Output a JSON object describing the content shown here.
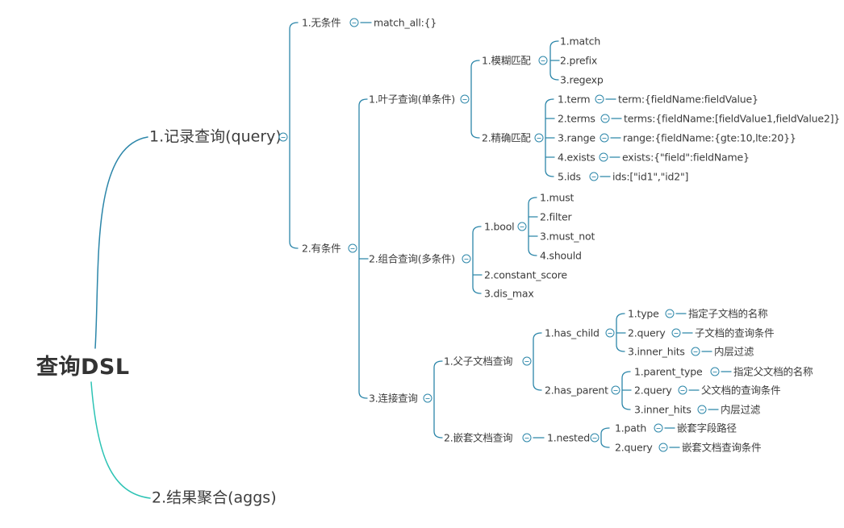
{
  "colors": {
    "branch_main": "#2C86A9",
    "branch_aggs": "#2CC3B4",
    "text": "#3B3B3B",
    "background": "#FFFFFF"
  },
  "mindmap": {
    "root": {
      "label": "查询DSL"
    },
    "record_query": {
      "label": "1.记录查询(query)",
      "no_condition": {
        "label": "1.无条件",
        "value": "match_all:{}"
      },
      "conditional": {
        "label": "2.有条件",
        "leaf_query": {
          "label": "1.叶子查询(单条件)",
          "fuzzy": {
            "label": "1.模糊匹配",
            "match": {
              "label": "1.match"
            },
            "prefix": {
              "label": "2.prefix"
            },
            "regexp": {
              "label": "3.regexp"
            }
          },
          "exact": {
            "label": "2.精确匹配",
            "term": {
              "label": "1.term",
              "value": "term:{fieldName:fieldValue}"
            },
            "terms": {
              "label": "2.terms",
              "value": "terms:{fieldName:[fieldValue1,fieldValue2]}"
            },
            "range": {
              "label": "3.range",
              "value": "range:{fieldName:{gte:10,lte:20}}"
            },
            "exists": {
              "label": "4.exists",
              "value": "exists:{\"field\":fieldName}"
            },
            "ids": {
              "label": "5.ids",
              "value": "ids:[\"id1\",\"id2\"]"
            }
          }
        },
        "compound_query": {
          "label": "2.组合查询(多条件)",
          "bool": {
            "label": "1.bool",
            "must": {
              "label": "1.must"
            },
            "filter": {
              "label": "2.filter"
            },
            "must_not": {
              "label": "3.must_not"
            },
            "should": {
              "label": "4.should"
            }
          },
          "constant_score": {
            "label": "2.constant_score"
          },
          "dis_max": {
            "label": "3.dis_max"
          }
        },
        "join_query": {
          "label": "3.连接查询",
          "parent_child": {
            "label": "1.父子文档查询",
            "has_child": {
              "label": "1.has_child",
              "type": {
                "label": "1.type",
                "value": "指定子文档的名称"
              },
              "query": {
                "label": "2.query",
                "value": "子文档的查询条件"
              },
              "inner_hits": {
                "label": "3.inner_hits",
                "value": "内层过滤"
              }
            },
            "has_parent": {
              "label": "2.has_parent",
              "parent_type": {
                "label": "1.parent_type",
                "value": "指定父文档的名称"
              },
              "query": {
                "label": "2.query",
                "value": "父文档的查询条件"
              },
              "inner_hits": {
                "label": "3.inner_hits",
                "value": "内层过滤"
              }
            }
          },
          "nested_doc": {
            "label": "2.嵌套文档查询",
            "nested": {
              "label": "1.nested",
              "path": {
                "label": "1.path",
                "value": "嵌套字段路径"
              },
              "query": {
                "label": "2.query",
                "value": "嵌套文档查询条件"
              }
            }
          }
        }
      }
    },
    "result_aggs": {
      "label": "2.结果聚合(aggs)"
    }
  }
}
